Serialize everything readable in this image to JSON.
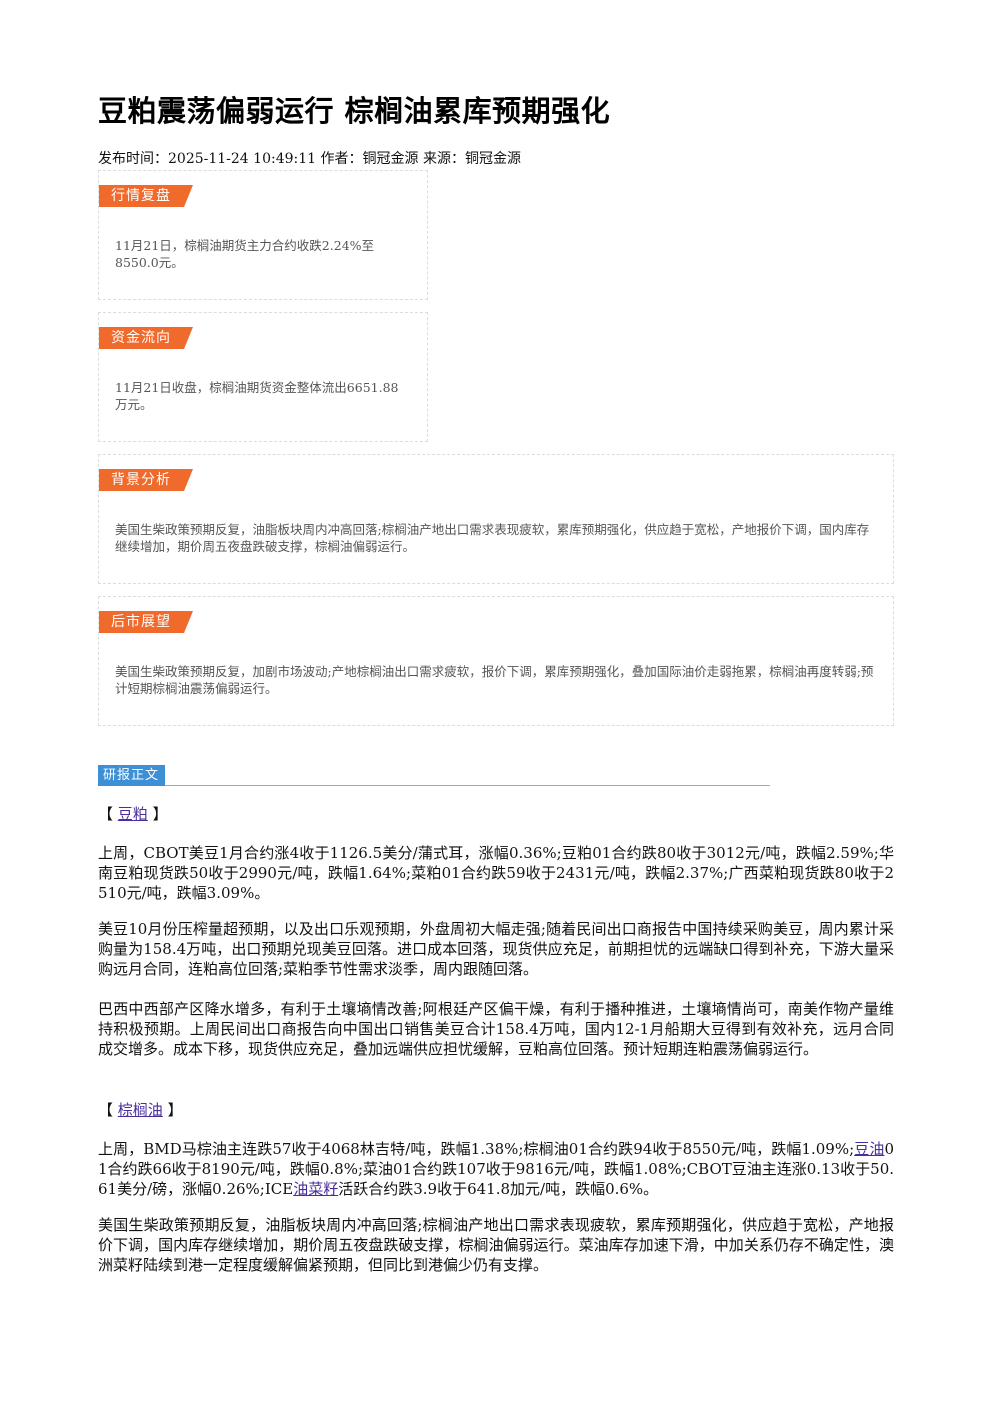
{
  "article": {
    "title": "豆粕震荡偏弱运行 棕榈油累库预期强化",
    "meta": "发布时间：2025-11-24 10:49:11 作者：铜冠金源 来源：铜冠金源"
  },
  "summary_boxes": [
    {
      "tag": "行情复盘",
      "text": "11月21日，棕榈油期货主力合约收跌2.24%至8550.0元。"
    },
    {
      "tag": "资金流向",
      "text": "11月21日收盘，棕榈油期货资金整体流出6651.88万元。"
    },
    {
      "tag": "背景分析",
      "text": "美国生柴政策预期反复，油脂板块周内冲高回落;棕榈油产地出口需求表现疲软，累库预期强化，供应趋于宽松，产地报价下调，国内库存继续增加，期价周五夜盘跌破支撑，棕榈油偏弱运行。"
    },
    {
      "tag": "后市展望",
      "text": "美国生柴政策预期反复，加剧市场波动;产地棕榈油出口需求疲软，报价下调，累库预期强化，叠加国际油价走弱拖累，棕榈油再度转弱;预计短期棕榈油震荡偏弱运行。"
    }
  ],
  "body": {
    "section_label": "研报正文",
    "soymeal": {
      "bracket_open": "【",
      "link": "豆粕",
      "bracket_close": "】",
      "p1": "上周，CBOT美豆1月合约涨4收于1126.5美分/蒲式耳，涨幅0.36%;豆粕01合约跌80收于3012元/吨，跌幅2.59%;华南豆粕现货跌50收于2990元/吨，跌幅1.64%;菜粕01合约跌59收于2431元/吨，跌幅2.37%;广西菜粕现货跌80收于2510元/吨，跌幅3.09%。",
      "p2": "美豆10月份压榨量超预期，以及出口乐观预期，外盘周初大幅走强;随着民间出口商报告中国持续采购美豆，周内累计采购量为158.4万吨，出口预期兑现美豆回落。进口成本回落，现货供应充足，前期担忧的远端缺口得到补充，下游大量采购远月合同，连粕高位回落;菜粕季节性需求淡季，周内跟随回落。",
      "p3": "巴西中西部产区降水增多，有利于土壤墒情改善;阿根廷产区偏干燥，有利于播种推进，土壤墒情尚可，南美作物产量维持积极预期。上周民间出口商报告向中国出口销售美豆合计158.4万吨，国内12-1月船期大豆得到有效补充，远月合同成交增多。成本下移，现货供应充足，叠加远端供应担忧缓解，豆粕高位回落。预计短期连粕震荡偏弱运行。"
    },
    "palm": {
      "bracket_open": "【",
      "link": "棕榈油",
      "bracket_close": "】",
      "p1_a": "上周，BMD马棕油主连跌57收于4068林吉特/吨，跌幅1.38%;棕榈油01合约跌94收于8550元/吨，跌幅1.09%;",
      "p1_link1": "豆油",
      "p1_b": "01合约跌66收于8190元/吨，跌幅0.8%;菜油01合约跌107收于9816元/吨，跌幅1.08%;CBOT豆油主连涨0.13收于50.61美分/磅，涨幅0.26%;ICE",
      "p1_link2": "油菜籽",
      "p1_c": "活跃合约跌3.9收于641.8加元/吨，跌幅0.6%。",
      "p2": "美国生柴政策预期反复，油脂板块周内冲高回落;棕榈油产地出口需求表现疲软，累库预期强化，供应趋于宽松，产地报价下调，国内库存继续增加，期价周五夜盘跌破支撑，棕榈油偏弱运行。菜油库存加速下滑，中加关系仍存不确定性，澳洲菜籽陆续到港一定程度缓解偏紧预期，但同比到港偏少仍有支撑。"
    }
  },
  "colors": {
    "tag_orange": "#f06a2c",
    "section_blue": "#3d8fd6",
    "link_purple": "#4b2c9c"
  }
}
